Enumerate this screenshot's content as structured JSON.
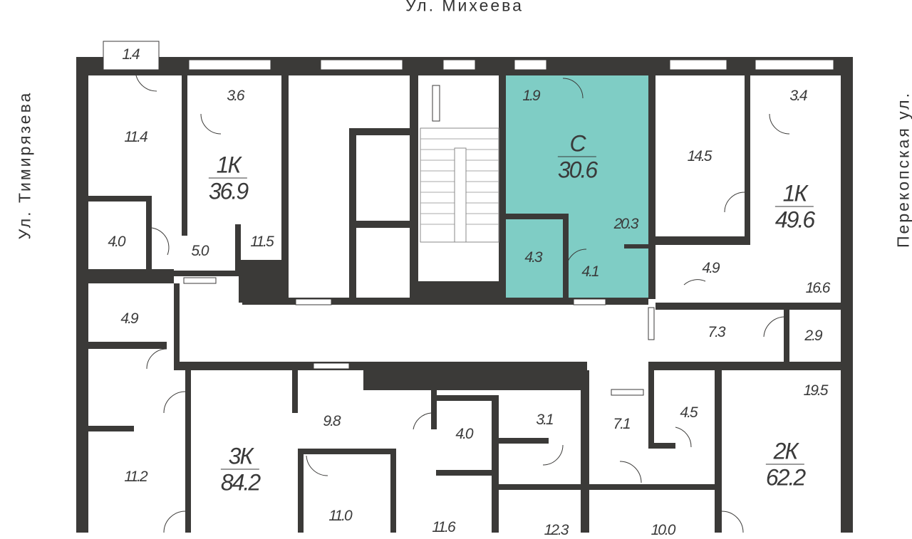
{
  "streets": {
    "top": "Ул. Михеева",
    "left": "Ул. Тимирязева",
    "right": "Перекопская ул."
  },
  "colors": {
    "wall": "#3b3a38",
    "highlight": "#7fcdc5"
  },
  "apartments": [
    {
      "type": "1К",
      "area": "36.9"
    },
    {
      "type": "С",
      "area": "30.6"
    },
    {
      "type": "1К",
      "area": "49.6"
    },
    {
      "type": "3К",
      "area": "84.2"
    },
    {
      "type": "2К",
      "area": "62.2"
    }
  ],
  "rooms": [
    "1.4",
    "11.4",
    "3.6",
    "4.0",
    "5.0",
    "11.5",
    "1.9",
    "20.3",
    "4.3",
    "4.1",
    "14.5",
    "3.4",
    "4.9",
    "16.6",
    "7.3",
    "2.9",
    "4.9",
    "11.2",
    "9.8",
    "4.0",
    "3.1",
    "7.1",
    "4.5",
    "19.5",
    "11.0",
    "11.6",
    "12.3",
    "10.0"
  ]
}
